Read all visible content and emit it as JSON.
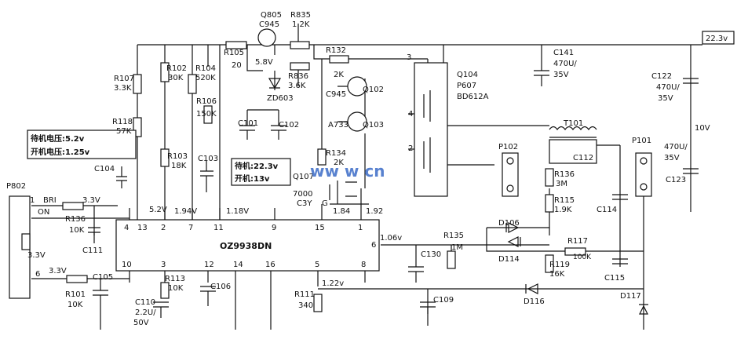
{
  "ic": {
    "name": "OZ9938DN",
    "pins_top": [
      "4",
      "13",
      "2",
      "7",
      "11",
      "9",
      "15",
      "1"
    ],
    "pins_bottom": [
      "10",
      "3",
      "12",
      "14",
      "16",
      "5",
      "8"
    ],
    "pin6": "6"
  },
  "connector_p802": {
    "name": "P802",
    "pin1": "1",
    "pin6": "6",
    "bri": "BRI",
    "on": "ON",
    "v_bri": "3.3V",
    "v_pin3": "3.3V",
    "v_pin6": "3.3V"
  },
  "supply": {
    "rail": "22.3v",
    "mid": "10V"
  },
  "standby_note": {
    "standby": "待机电压:5.2v",
    "on": "开机电压:1.25v"
  },
  "gate_note": {
    "standby": "待机:22.3v",
    "on": "开机:13v"
  },
  "voltages": {
    "pin2": "5.2V",
    "pin7": "1.94V",
    "pin11": "1.18V",
    "pin15": "1.84",
    "pin1": "1.92",
    "pin6": "1.06v",
    "pin5": "1.22v",
    "q805": "5.8V"
  },
  "components": {
    "r107": [
      "R107",
      "3.3K"
    ],
    "r118": [
      "R118",
      "57K"
    ],
    "c104": "C104",
    "r102": [
      "R102",
      "30K"
    ],
    "r104": [
      "R104",
      "520K"
    ],
    "r106": [
      "R106",
      "150K"
    ],
    "r103": [
      "R103",
      "18K"
    ],
    "c103": "C103",
    "r105": [
      "R105",
      "20"
    ],
    "q805": [
      "Q805",
      "C945"
    ],
    "r835": [
      "R835",
      "1.2K"
    ],
    "r836": [
      "R836",
      "3.6K"
    ],
    "zd603": "ZD603",
    "c101": "C101",
    "c102": "C102",
    "r132": [
      "R132",
      "2K"
    ],
    "q102": [
      "Q102",
      "C945"
    ],
    "q103": [
      "Q103",
      "A733"
    ],
    "r134": [
      "R134",
      "2K"
    ],
    "q107": [
      "Q107",
      "7000",
      "C3Y"
    ],
    "g": "G",
    "q104": [
      "Q104",
      "P607",
      "BD612A"
    ],
    "q104_pins": [
      "3",
      "4",
      "2"
    ],
    "c141": [
      "C141",
      "470U/",
      "35V"
    ],
    "c122": [
      "C122",
      "470U/",
      "35V"
    ],
    "c123": [
      "470U/",
      "35V",
      "C123"
    ],
    "t101": "T101",
    "c112": "C112",
    "p102": "P102",
    "p101": "P101",
    "r136b": [
      "R136",
      "3M"
    ],
    "r115": [
      "R115",
      "1.9K"
    ],
    "c114": "C114",
    "d106": "D106",
    "d114": "D114",
    "r117": [
      "R117",
      "100K"
    ],
    "r119": [
      "R119",
      "16K"
    ],
    "c115": "C115",
    "d116": "D116",
    "d117": "D117",
    "r136": [
      "R136",
      "10K"
    ],
    "c111": "C111",
    "r101": [
      "R101",
      "10K"
    ],
    "c105": "C105",
    "r113": [
      "R113",
      "10K"
    ],
    "c110": [
      "C110",
      "2.2U/",
      "50V"
    ],
    "c106": "C106",
    "r111": [
      "R111",
      "340"
    ],
    "c109": "C109",
    "c130": "C130",
    "r135": [
      "R135",
      "1M"
    ]
  },
  "watermark": "ww  w        cn"
}
